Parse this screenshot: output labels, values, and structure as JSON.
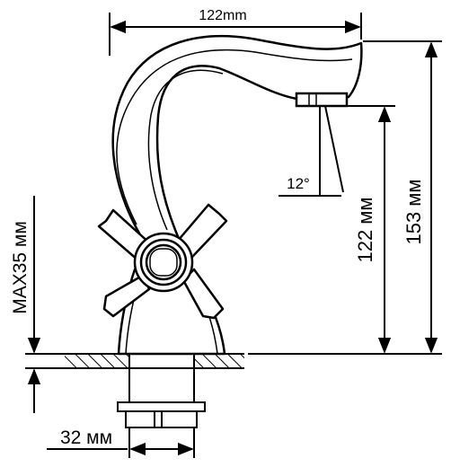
{
  "dimensions": {
    "spout_reach": "122mm",
    "spout_height": "122 мм",
    "total_height": "153 мм",
    "max_mount_thickness": "MAX35 мм",
    "thread_diameter": "32 мм",
    "spray_angle": "12°"
  },
  "colors": {
    "line": "#000000",
    "background": "#ffffff"
  }
}
